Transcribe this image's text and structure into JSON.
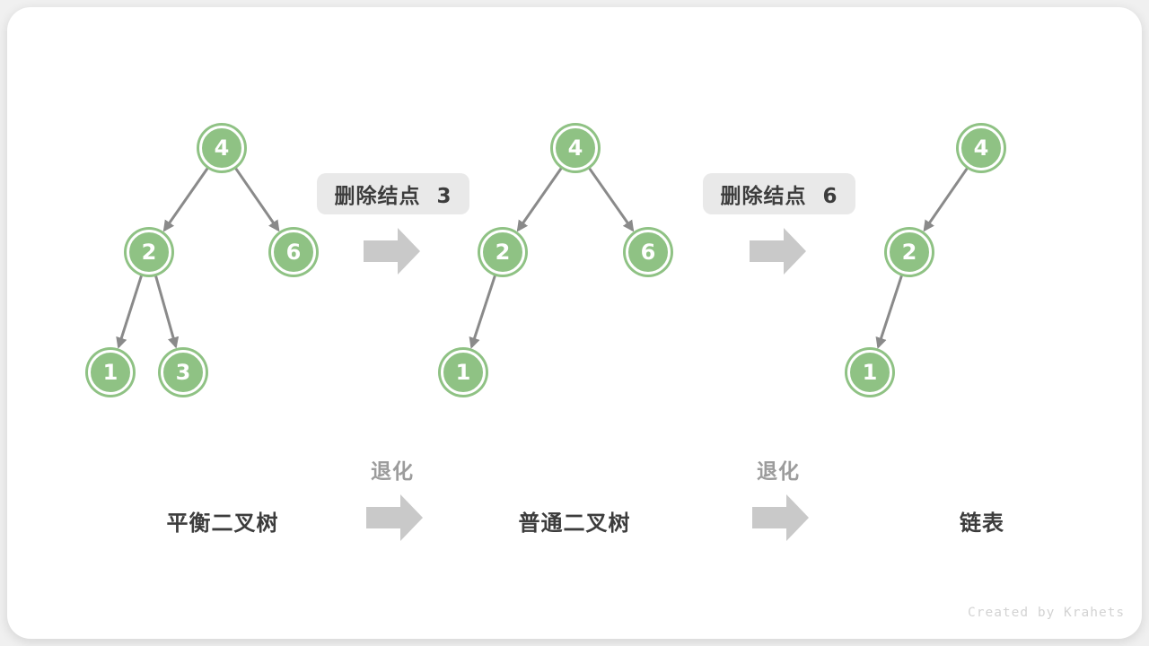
{
  "steps": [
    {
      "label": "删除结点  3"
    },
    {
      "label": "删除结点  6"
    }
  ],
  "degrade": {
    "label": "退化"
  },
  "trees": [
    {
      "name": "平衡二叉树",
      "nodes": [
        {
          "value": "4"
        },
        {
          "value": "2"
        },
        {
          "value": "6"
        },
        {
          "value": "1"
        },
        {
          "value": "3"
        }
      ],
      "edges": [
        [
          "4",
          "2"
        ],
        [
          "4",
          "6"
        ],
        [
          "2",
          "1"
        ],
        [
          "2",
          "3"
        ]
      ]
    },
    {
      "name": "普通二叉树",
      "nodes": [
        {
          "value": "4"
        },
        {
          "value": "2"
        },
        {
          "value": "6"
        },
        {
          "value": "1"
        }
      ],
      "edges": [
        [
          "4",
          "2"
        ],
        [
          "4",
          "6"
        ],
        [
          "2",
          "1"
        ]
      ]
    },
    {
      "name": "链表",
      "nodes": [
        {
          "value": "4"
        },
        {
          "value": "2"
        },
        {
          "value": "1"
        }
      ],
      "edges": [
        [
          "4",
          "2"
        ],
        [
          "2",
          "1"
        ]
      ]
    }
  ],
  "watermark": "Created by Krahets",
  "colors": {
    "node_fill": "#8fc284",
    "node_ring": "#ffffff",
    "edge": "#8a8a8a",
    "block_arrow": "#c9c9c9",
    "label_box_bg": "#e9e9e9",
    "dark_text": "#3c3c3c",
    "muted_text": "#9c9c9c",
    "watermark_text": "#d3d3d3"
  }
}
